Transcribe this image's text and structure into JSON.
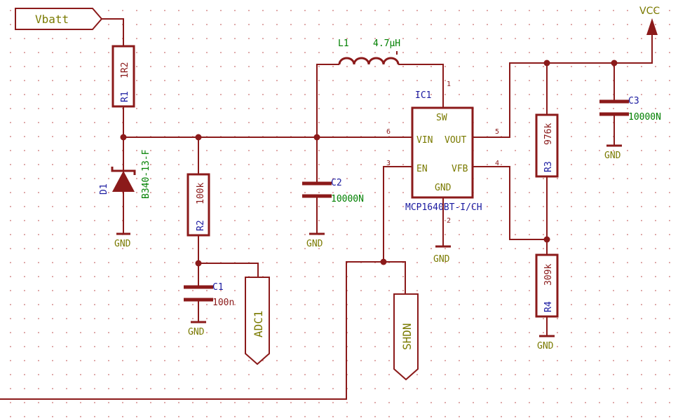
{
  "power_flags": {
    "vbatt": "Vbatt",
    "vcc": "VCC"
  },
  "components": {
    "r1": {
      "ref": "R1",
      "value": "1R2"
    },
    "d1": {
      "ref": "D1",
      "value": "B340-13-F"
    },
    "r2": {
      "ref": "R2",
      "value": "100k"
    },
    "c1": {
      "ref": "C1",
      "value": "100n"
    },
    "c2": {
      "ref": "C2",
      "value": "10000N"
    },
    "l1": {
      "ref": "L1",
      "value": "4.7µH"
    },
    "ic1": {
      "ref": "IC1",
      "part": "MCP1640BT-I/CH",
      "pins": {
        "sw": "SW",
        "vin": "VIN",
        "vout": "VOUT",
        "en": "EN",
        "vfb": "VFB",
        "gnd": "GND"
      }
    },
    "c3": {
      "ref": "C3",
      "value": "10000N"
    },
    "r3": {
      "ref": "R3",
      "value": "976k"
    },
    "r4": {
      "ref": "R4",
      "value": "309k"
    }
  },
  "pin_numbers": {
    "p1": "1",
    "p2": "2",
    "p3": "3",
    "p4": "4",
    "p5": "5",
    "p6": "6"
  },
  "gnd_label": "GND",
  "net_labels": {
    "adc": "ADC1",
    "shdn": "SHDN"
  }
}
